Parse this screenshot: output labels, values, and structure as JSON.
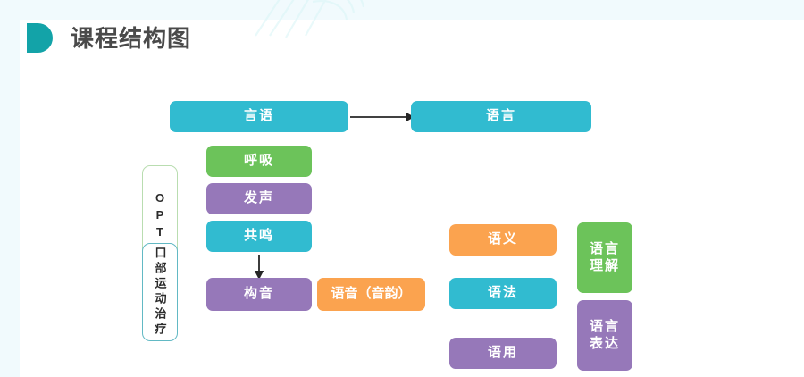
{
  "page": {
    "title": "课程结构图",
    "logo_icon": "half-round-logo-mark",
    "background_color": "#ffffff",
    "accent_color": "#13a3a8",
    "strip_color": "#f1fafd"
  },
  "palette": {
    "teal": "#31bbd0",
    "green": "#6cc35a",
    "purple": "#9678b9",
    "orange": "#fba34f",
    "outline_green": "#b9ddb0",
    "outline_teal": "#62b9c4",
    "arrow": "#262626",
    "title_text": "#4a4a4a"
  },
  "diagram": {
    "top_row": {
      "source_label": "言语",
      "target_label": "语言",
      "arrow_icon": "arrow-right-icon"
    },
    "opt_group": {
      "abbrev_label": "OPT",
      "full_label": "口部运动治疗"
    },
    "speech_chain": {
      "down_arrow_icon": "arrow-down-icon",
      "items": [
        {
          "label": "呼吸",
          "color": "green"
        },
        {
          "label": "发声",
          "color": "purple"
        },
        {
          "label": "共鸣",
          "color": "teal"
        },
        {
          "label": "构音",
          "color": "purple"
        }
      ],
      "phonology_label": "语音（音韵）"
    },
    "language_components": [
      {
        "label": "语义",
        "color": "orange"
      },
      {
        "label": "语法",
        "color": "teal"
      },
      {
        "label": "语用",
        "color": "purple"
      }
    ],
    "language_modalities": [
      {
        "label": "语言\n理解",
        "line1": "语言",
        "line2": "理解",
        "color": "green"
      },
      {
        "label": "语言\n表达",
        "line1": "语言",
        "line2": "表达",
        "color": "purple"
      }
    ]
  }
}
